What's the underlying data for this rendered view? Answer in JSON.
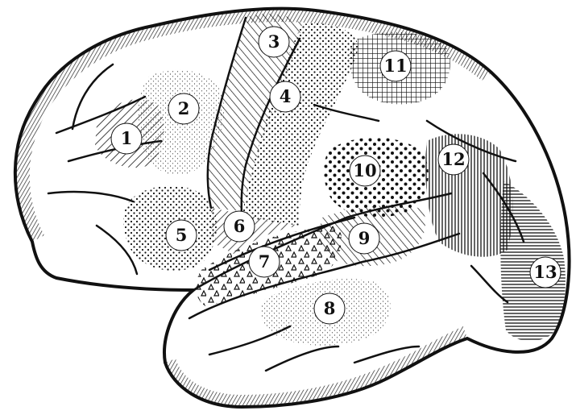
{
  "figure": {
    "ink": "#111111",
    "paper": "#ffffff",
    "region_labels": [
      "1",
      "2",
      "3",
      "4",
      "5",
      "6",
      "7",
      "8",
      "9",
      "10",
      "11",
      "12",
      "13"
    ]
  }
}
